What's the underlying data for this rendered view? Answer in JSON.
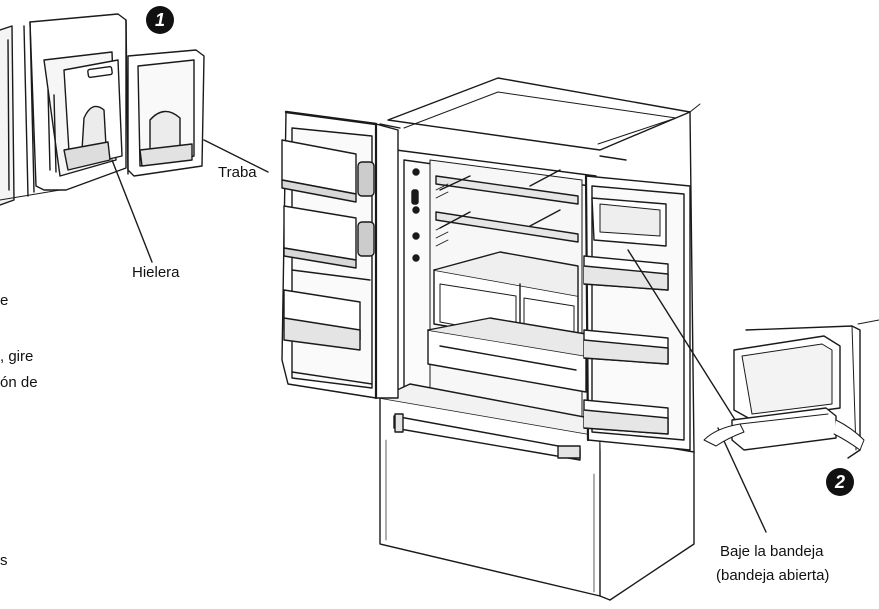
{
  "steps": {
    "one": "1",
    "two": "2"
  },
  "labels": {
    "traba": "Traba",
    "hielera": "Hielera",
    "baje_line1": "Baje la bandeja",
    "baje_line2": "(bandeja abierta)"
  },
  "fragments": {
    "left_1": "e",
    "left_2": ", gire",
    "left_3": "ón de",
    "left_4": "s"
  },
  "colors": {
    "line": "#1a1a1a",
    "shade": "#cfcfcf",
    "light": "#ececec"
  }
}
